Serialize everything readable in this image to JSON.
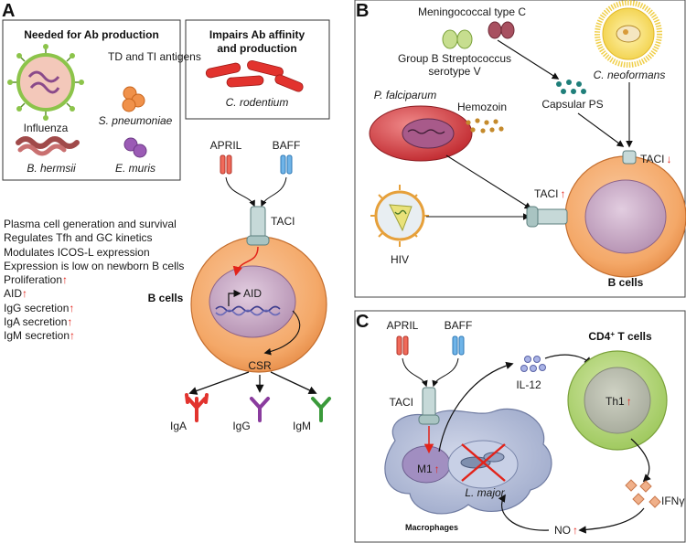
{
  "panels": {
    "a": "A",
    "b": "B",
    "c": "C"
  },
  "panel_a": {
    "box_needed": {
      "title": "Needed for Ab production",
      "antigens_label": "TD and TI antigens",
      "influenza": "Influenza",
      "s_pneumoniae": "S. pneumoniae",
      "b_hermsii": "B. hermsii",
      "e_muris": "E. muris"
    },
    "box_impairs": {
      "title_line1": "Impairs Ab affinity",
      "title_line2": "and production",
      "organism": "C. rodentium"
    },
    "functions": [
      {
        "text": "Plasma cell generation and survival",
        "up": ""
      },
      {
        "text": "Regulates Tfh and GC kinetics",
        "up": ""
      },
      {
        "text": "Modulates ICOS-L expression",
        "up": ""
      },
      {
        "text": "Expression is low on newborn B cells",
        "up": ""
      },
      {
        "text": "Proliferation",
        "up": "↑"
      },
      {
        "text": "AID",
        "up": "↑"
      },
      {
        "text": "IgG secretion",
        "up": "↑"
      },
      {
        "text": "IgA secretion",
        "up": "↑"
      },
      {
        "text": "IgM secretion",
        "up": "↑"
      }
    ],
    "april": "APRIL",
    "baff": "BAFF",
    "taci": "TACI",
    "cell_label": "B cells",
    "aid": "AID",
    "csr": "CSR",
    "iga": "IgA",
    "igg": "IgG",
    "igm": "IgM"
  },
  "panel_b": {
    "meningococcal": "Meningococcal type C",
    "group_b_line1": "Group B Streptococcus",
    "group_b_line2": "serotype V",
    "c_neoformans": "C. neoformans",
    "capsular_ps": "Capsular PS",
    "p_falciparum": "P. falciparum",
    "hemozoin": "Hemozoin",
    "taci_up": "TACI",
    "taci_down": "TACI",
    "hiv": "HIV",
    "cell_label": "B cells",
    "up": "↑",
    "down": "↓"
  },
  "panel_c": {
    "april": "APRIL",
    "baff": "BAFF",
    "il12": "IL-12",
    "cd4_prefix": "CD4",
    "cd4_sup": "+",
    "cd4_suffix": " T cells",
    "th1": "Th1",
    "taci": "TACI",
    "m1": "M1",
    "l_major": "L. major",
    "macrophages": "Macrophages",
    "ifng": "IFNγ",
    "no": "NO",
    "up": "↑"
  },
  "colors": {
    "red_accent": "#e2231a",
    "cell_orange": "#f4a868",
    "nucleus_purple": "#c8a4c4",
    "t_cell_green": "#b5d77c",
    "macrophage_blue": "#aeb8d4"
  }
}
